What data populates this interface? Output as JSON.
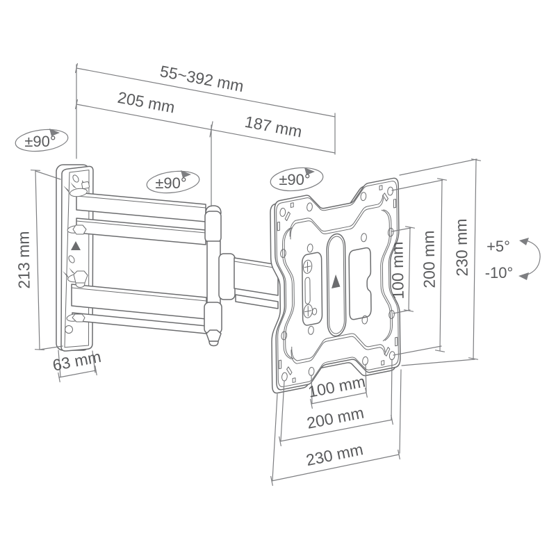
{
  "diagram": {
    "labels": {
      "extension_range": "55~392 mm",
      "arm_segment_1": "205 mm",
      "arm_segment_2": "187 mm",
      "wall_plate_height": "213 mm",
      "wall_plate_width": "63 mm",
      "vesa_vertical_100": "100 mm",
      "vesa_vertical_200": "200 mm",
      "plate_height": "230 mm",
      "vesa_horizontal_100": "100 mm",
      "vesa_horizontal_200": "200 mm",
      "plate_width": "230 mm",
      "swivel_wall": "±90°",
      "swivel_arm": "±90°",
      "swivel_plate": "±90°",
      "tilt_up": "+5°",
      "tilt_down": "-10°"
    },
    "colors": {
      "line": "#6b6c6e",
      "dimension": "#7d7e81",
      "text": "#595a5c",
      "background": "#ffffff"
    }
  }
}
